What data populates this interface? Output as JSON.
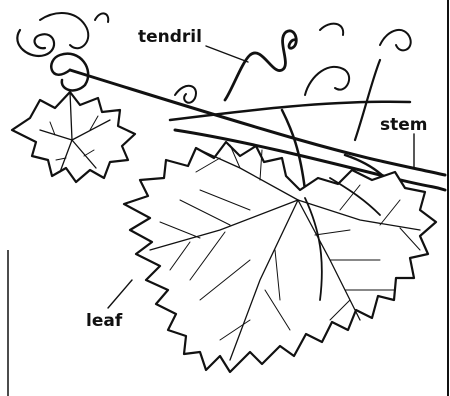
{
  "labels": {
    "tendril": "tendril",
    "stem": "stem",
    "leaf": "leaf"
  },
  "colors": {
    "ink": "#111111",
    "background": "#ffffff"
  }
}
